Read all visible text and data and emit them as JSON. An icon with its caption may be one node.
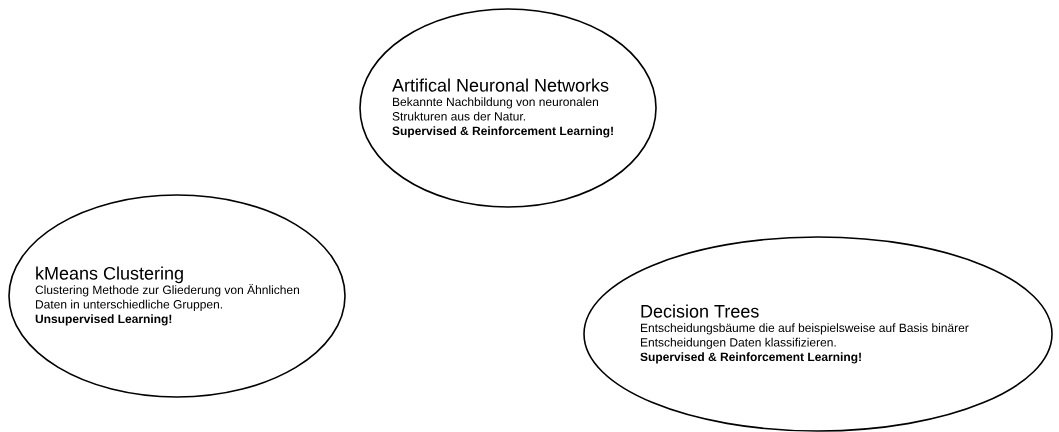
{
  "diagram": {
    "nodes": [
      {
        "text": [
          "Artifical Neuronal Networks",
          "Bekannte Nachbildung von neuronalen Strukturen aus der Natur.",
          "Supervised & Reinforcement Learning!"
        ]
      },
      {
        "text": [
          "kMeans Clustering",
          "Clustering Methode zur Gliederung von Ähnlichen Daten in unterschiedliche Gruppen.",
          "Unsupervised Learning!"
        ]
      },
      {
        "text": [
          "Decision Trees",
          "Entscheidungsbäume die auf beispielsweise auf Basis binärer Entscheidungen Daten klassifizieren.",
          "Supervised & Reinforcement Learning!"
        ]
      }
    ]
  }
}
